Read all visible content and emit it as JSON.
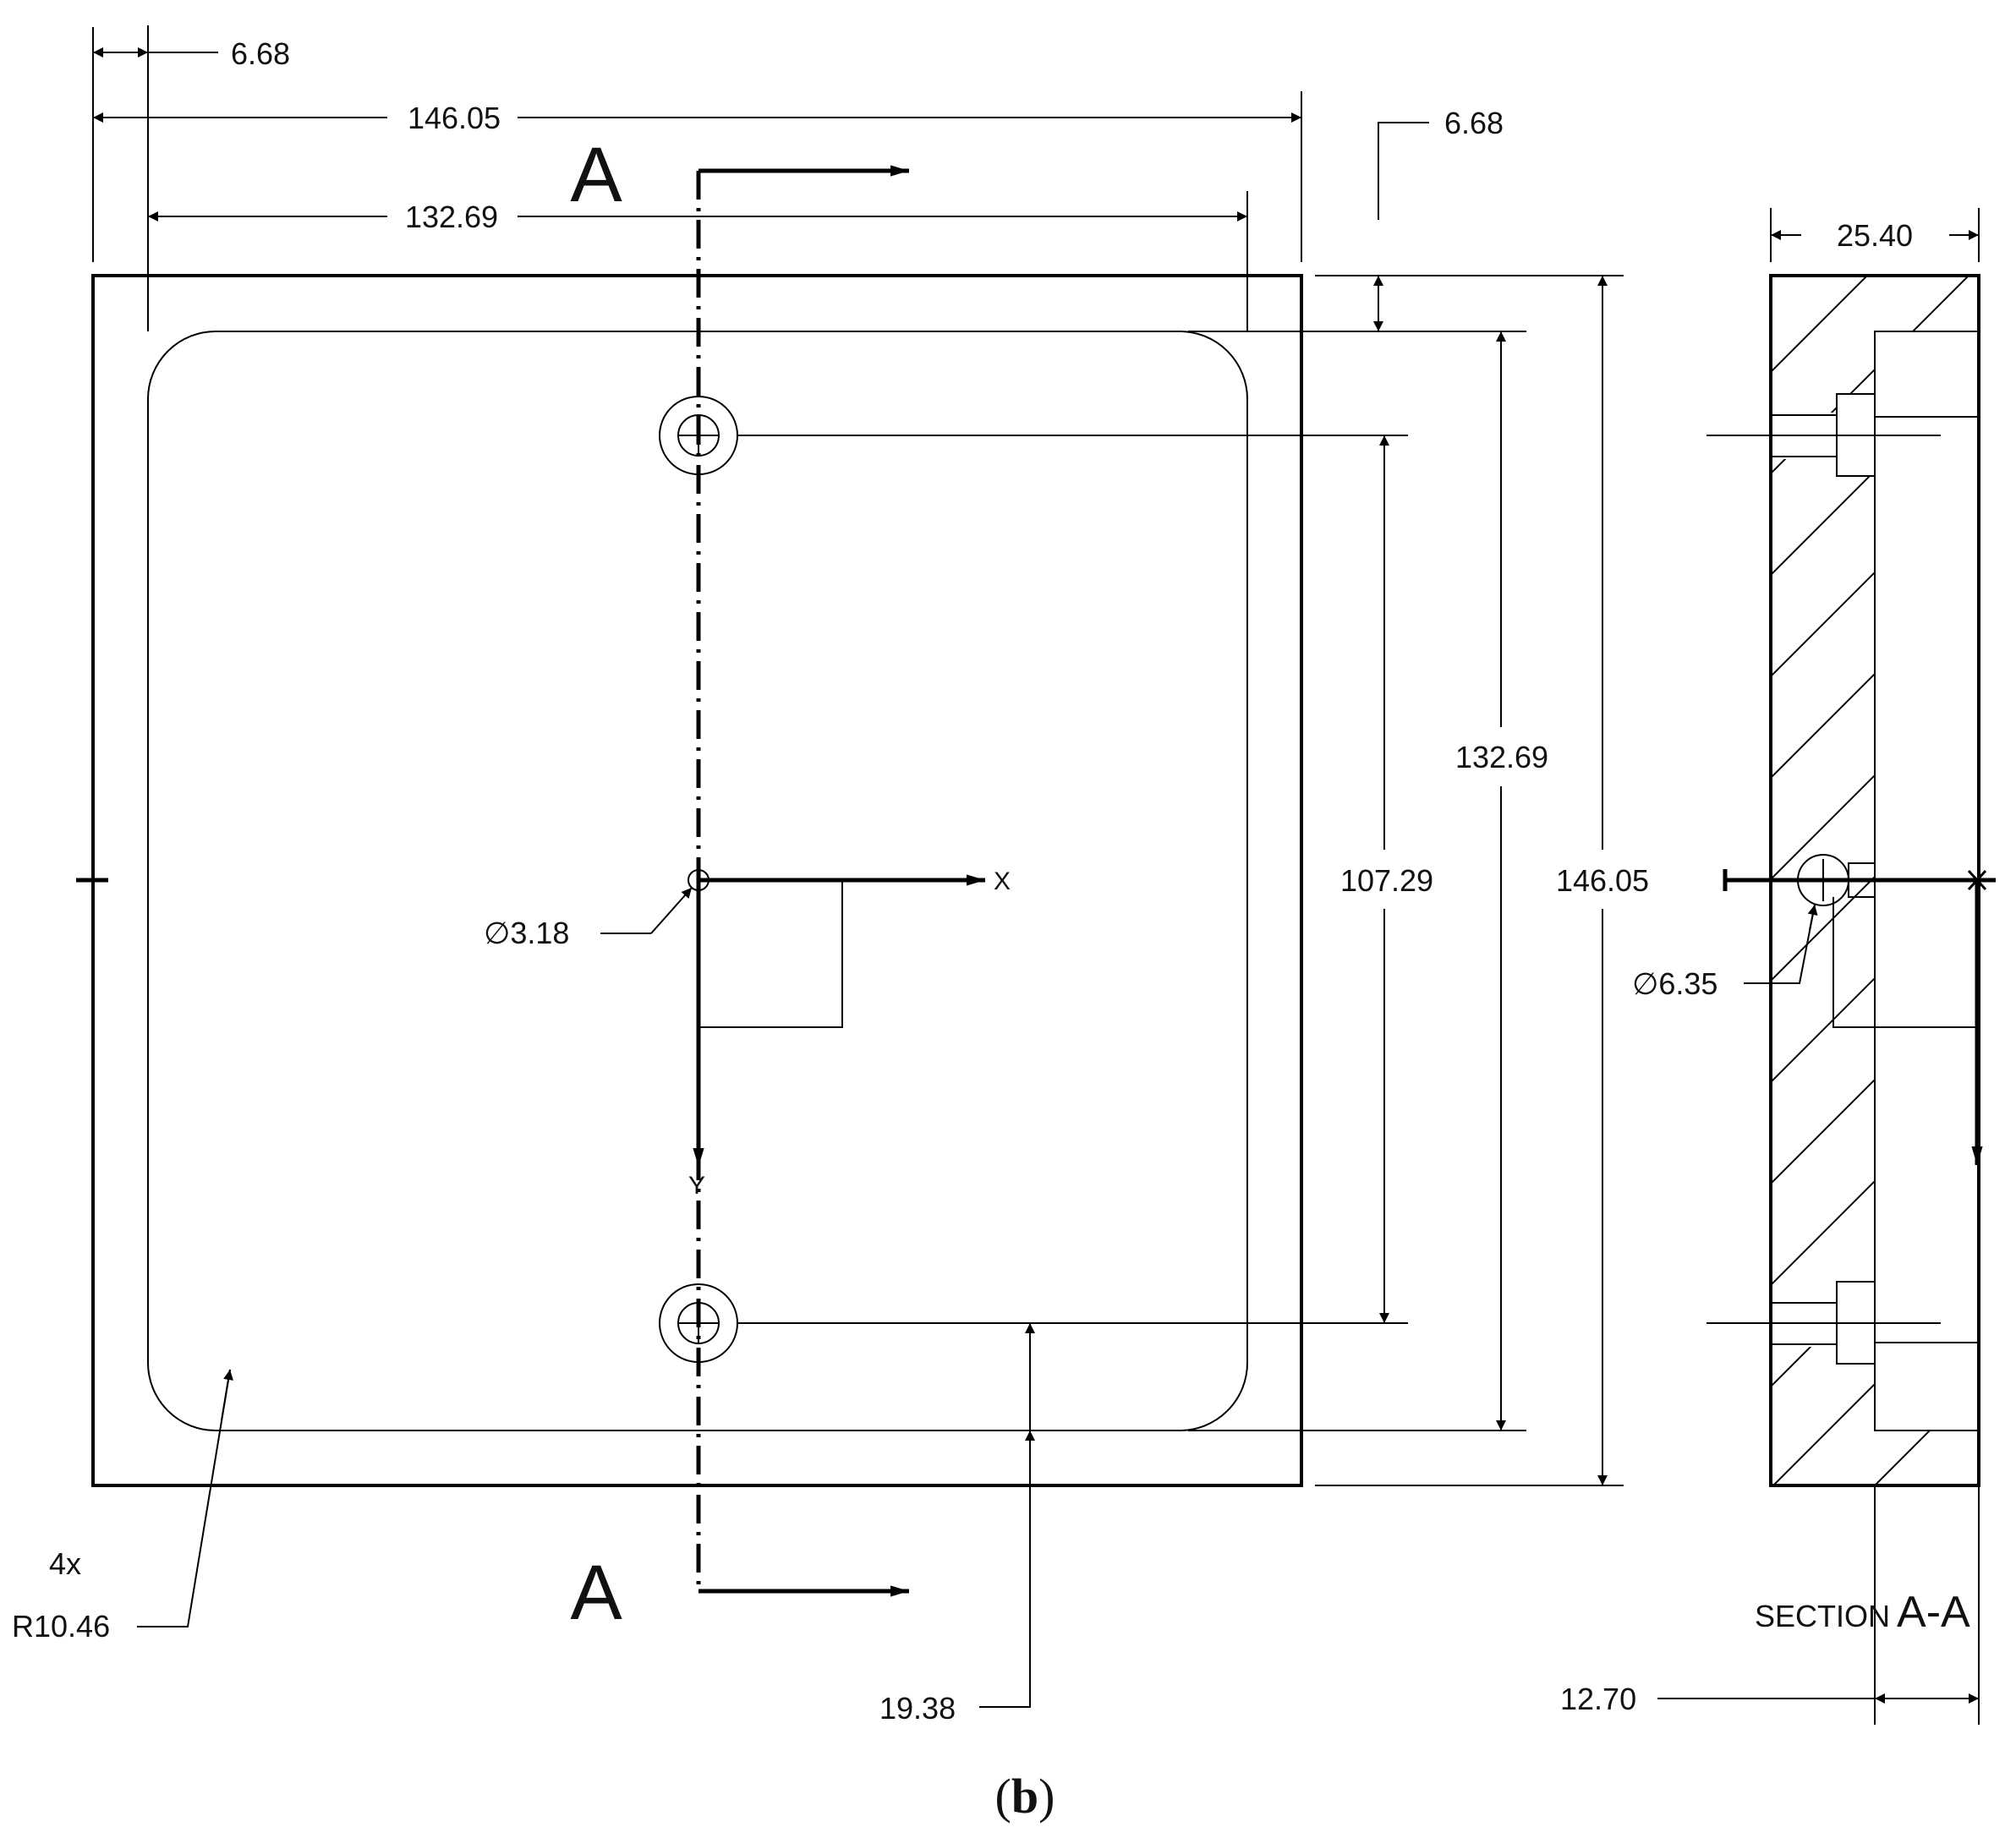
{
  "figure": {
    "caption_label": "b",
    "caption_open": "(",
    "caption_close": ")"
  },
  "section_marks": {
    "top_label": "A",
    "bottom_label": "A",
    "section_title_small": "SECTION",
    "section_title_large": "A-A"
  },
  "axes": {
    "x_label": "X",
    "y_label": "Y"
  },
  "dimensions": {
    "left_margin": "6.68",
    "overall_width": "146.05",
    "pocket_width": "132.69",
    "top_margin": "6.68",
    "pocket_height": "132.69",
    "hole_spacing": "107.29",
    "overall_height": "146.05",
    "datum_hole": "∅3.18",
    "corner_count": "4x",
    "corner_radius": "R10.46",
    "hole_offset": "19.38",
    "section_thickness": "25.40",
    "section_hole": "∅6.35",
    "pocket_depth": "12.70"
  }
}
